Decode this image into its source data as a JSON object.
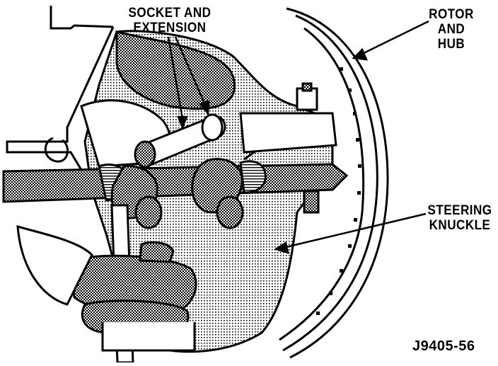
{
  "labels": {
    "socket_line1": "SOCKET AND",
    "socket_line2": "EXTENSION",
    "rotor_line1": "ROTOR",
    "rotor_line2": "AND",
    "rotor_line3": "HUB",
    "knuckle_line1": "STEERING",
    "knuckle_line2": "KNUCKLE"
  },
  "figure_id": "J9405-56",
  "colors": {
    "ink": "#000000",
    "paper": "#ffffff"
  }
}
